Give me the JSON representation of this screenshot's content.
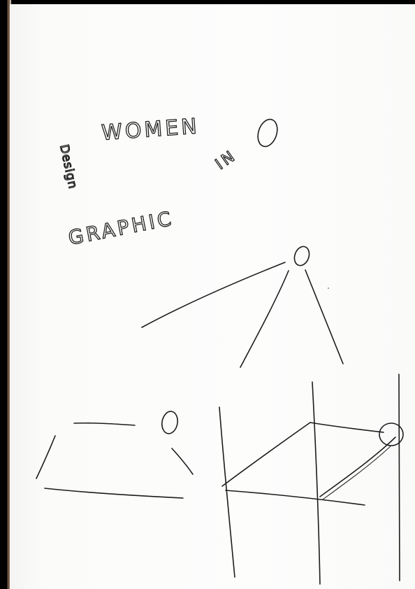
{
  "handwriting": {
    "word_women": "WOMEN",
    "word_in": "IN",
    "word_graphic": "GRAPHIC",
    "word_design_scribble": "Design"
  },
  "colors": {
    "paper": "#fdfdfc",
    "ink": "#1c1c1c",
    "background": "#000000"
  }
}
